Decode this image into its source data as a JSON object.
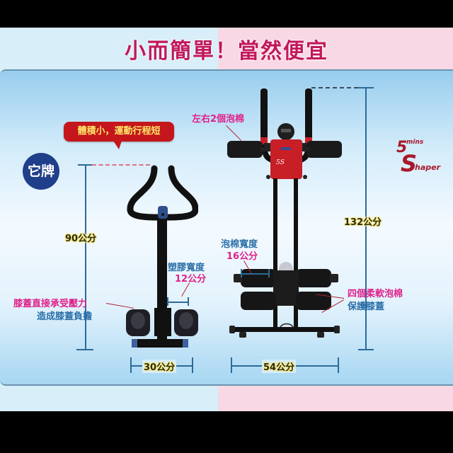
{
  "headline": "小而簡單！當然便宜",
  "callout": "體積小，運動行程短",
  "competitor_badge": "它牌",
  "left_machine": {
    "height_label": "90公分",
    "width_label": "30公分",
    "pad_width_title": "塑膠寬度",
    "pad_width_value": "12公分",
    "warning_line1": "膝蓋直接承受壓力",
    "warning_line2": "造成膝蓋負擔"
  },
  "right_machine": {
    "height_label": "132公分",
    "width_label": "54公分",
    "side_pads_label": "左右2個泡棉",
    "foam_width_title": "泡棉寬度",
    "foam_width_value": "16公分",
    "feature_line1": "四個柔軟泡棉",
    "feature_line2": "保護膝蓋"
  },
  "brand": {
    "number": "5",
    "mins": "mins",
    "s": "S",
    "rest": "haper"
  },
  "colors": {
    "headline": "#c2185b",
    "callout_bg": "#c4161c",
    "callout_text": "#ffe566",
    "badge_bg": "#203f8a",
    "dimension_line": "#2b6b99",
    "label_pink": "#e0208a",
    "label_blue": "#2a6fa8",
    "brand_red": "#a8182a",
    "bg_left": "#d8eef8",
    "bg_right": "#f8d8e4"
  }
}
